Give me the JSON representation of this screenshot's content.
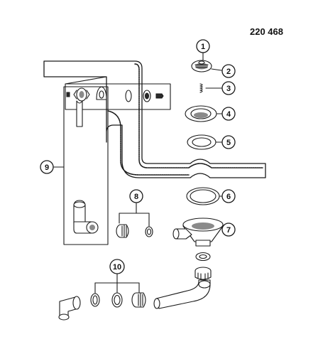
{
  "diagram": {
    "reference_number": "220 468",
    "callouts": [
      {
        "id": "1",
        "label": "1"
      },
      {
        "id": "2",
        "label": "2"
      },
      {
        "id": "3",
        "label": "3"
      },
      {
        "id": "4",
        "label": "4"
      },
      {
        "id": "5",
        "label": "5"
      },
      {
        "id": "6",
        "label": "6"
      },
      {
        "id": "7",
        "label": "7"
      },
      {
        "id": "8",
        "label": "8"
      },
      {
        "id": "9",
        "label": "9"
      },
      {
        "id": "10",
        "label": "10"
      }
    ]
  }
}
